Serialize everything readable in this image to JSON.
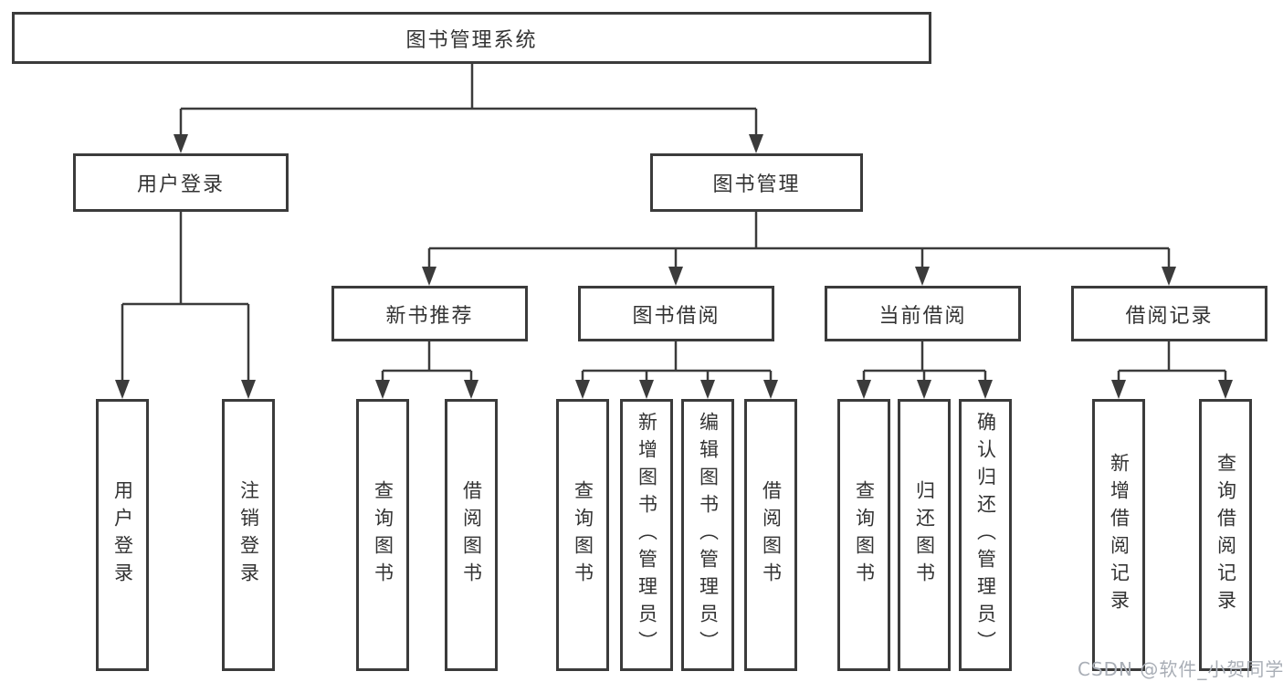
{
  "diagram": {
    "root": {
      "label": "图书管理系统"
    },
    "login_branch": {
      "label": "用户登录",
      "children": [
        {
          "label": "用户登录"
        },
        {
          "label": "注销登录"
        }
      ]
    },
    "mgmt_branch": {
      "label": "图书管理",
      "children": [
        {
          "label": "新书推荐",
          "children": [
            {
              "label": "查询图书"
            },
            {
              "label": "借阅图书"
            }
          ]
        },
        {
          "label": "图书借阅",
          "children": [
            {
              "label": "查询图书"
            },
            {
              "label": "新增图书（管理员）"
            },
            {
              "label": "编辑图书（管理员）"
            },
            {
              "label": "借阅图书"
            }
          ]
        },
        {
          "label": "当前借阅",
          "children": [
            {
              "label": "查询图书"
            },
            {
              "label": "归还图书"
            },
            {
              "label": "确认归还（管理员）"
            }
          ]
        },
        {
          "label": "借阅记录",
          "children": [
            {
              "label": "新增借阅记录"
            },
            {
              "label": "查询借阅记录"
            }
          ]
        }
      ]
    }
  },
  "watermark": {
    "text": "CSDN @软件_小贺同学"
  },
  "colors": {
    "line": "#3b3b3b",
    "text": "#333333",
    "watermark": "#a9aeb6",
    "background": "#ffffff"
  }
}
